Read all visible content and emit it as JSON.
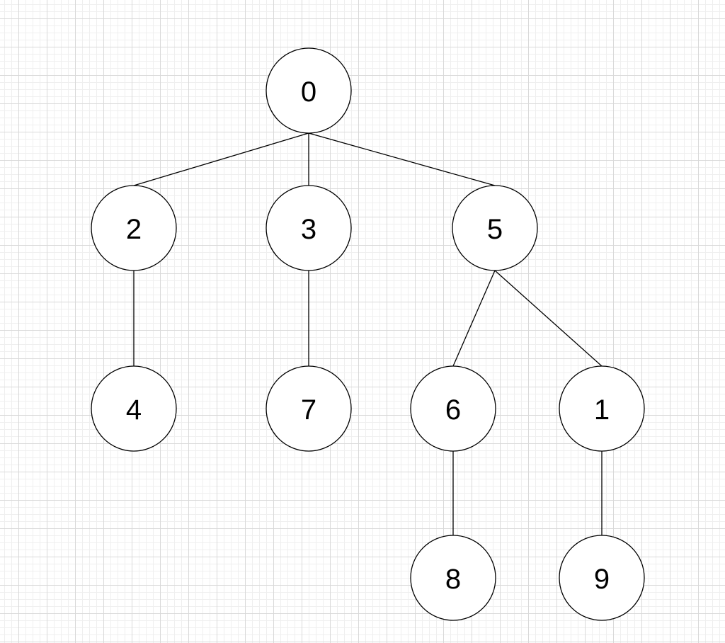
{
  "diagram": {
    "type": "tree",
    "root": "0",
    "nodes": [
      "0",
      "2",
      "3",
      "5",
      "4",
      "7",
      "6",
      "1",
      "8",
      "9"
    ],
    "edges": [
      [
        "0",
        "2"
      ],
      [
        "0",
        "3"
      ],
      [
        "0",
        "5"
      ],
      [
        "2",
        "4"
      ],
      [
        "3",
        "7"
      ],
      [
        "5",
        "6"
      ],
      [
        "5",
        "1"
      ],
      [
        "6",
        "8"
      ],
      [
        "1",
        "9"
      ]
    ]
  }
}
